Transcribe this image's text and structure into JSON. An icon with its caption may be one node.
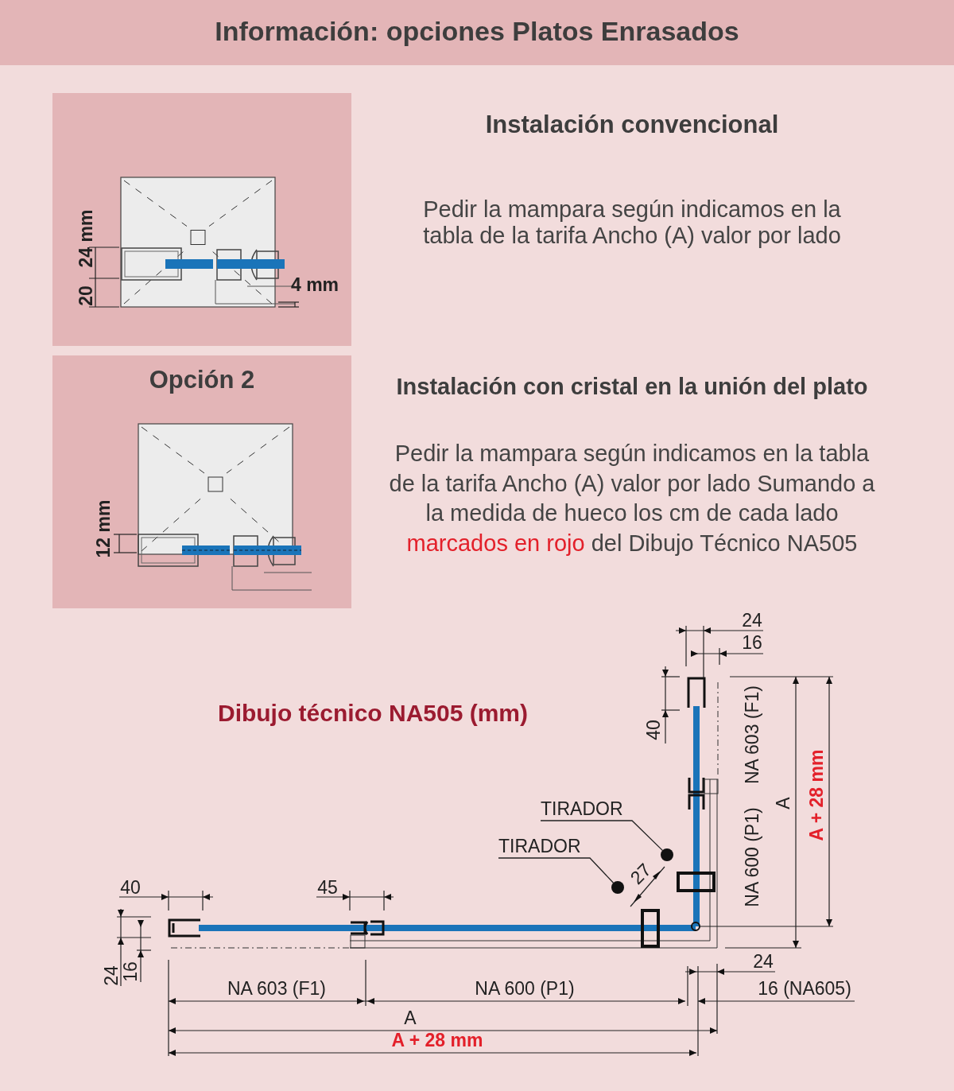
{
  "diagram": {
    "title": "Información: opciones Platos Enrasados",
    "nodes": [
      {
        "text": [
          "TIRADOR"
        ]
      },
      {
        "text": [
          "TIRADOR"
        ]
      },
      {
        "text": [],
        "shape": "circle"
      },
      {
        "text": [],
        "shape": "circle"
      }
    ],
    "edges": [
      {
        "from": 0,
        "to": 2,
        "arrow": "none"
      },
      {
        "from": 1,
        "to": 3,
        "arrow": "none"
      }
    ],
    "labels": [
      "Instalación convencional",
      "Pedir la mampara según indicamos en la tabla de la tarifa Ancho (A) valor por lado",
      "24 mm",
      "20",
      "4 mm",
      "Opción 2",
      "Instalación con cristal en la unión del plato",
      "Pedir la mampara según indicamos en la tabla de la tarifa Ancho (A) valor por lado Sumando a la medida de hueco los cm de cada lado",
      "marcados en rojo",
      "del Dibujo Técnico NA505",
      "12 mm",
      "Dibujo técnico NA505 (mm)",
      "24",
      "16",
      "40",
      "NA 600 (P1)",
      "NA 603 (F1)",
      "A",
      "A + 28 mm",
      "27",
      "40",
      "45",
      "24",
      "16",
      "24",
      "16 (NA605)",
      "NA 603 (F1)",
      "NA 600 (P1)",
      "A",
      "A + 28 mm"
    ]
  }
}
